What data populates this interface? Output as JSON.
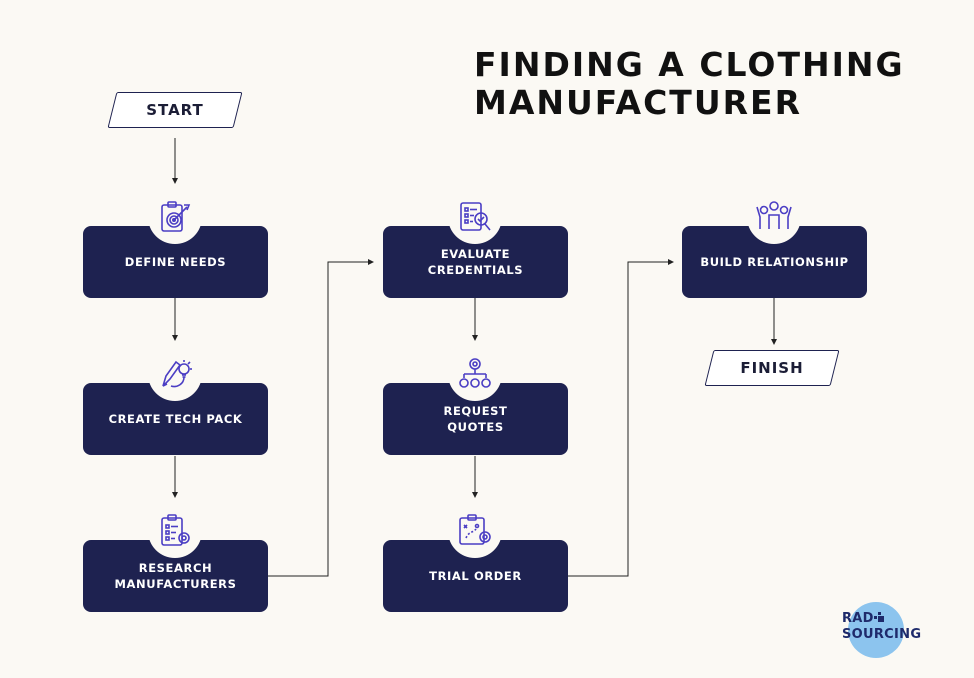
{
  "title": {
    "line1": "FINDING A CLOTHING",
    "line2": "MANUFACTURER"
  },
  "start_label": "START",
  "finish_label": "FINISH",
  "steps": [
    {
      "label_line1": "DEFINE NEEDS",
      "label_line2": "",
      "icon": "target-clipboard-icon"
    },
    {
      "label_line1": "CREATE TECH PACK",
      "label_line2": "",
      "icon": "pencil-lightbulb-icon"
    },
    {
      "label_line1": "RESEARCH",
      "label_line2": "MANUFACTURERS",
      "icon": "checklist-gear-icon"
    },
    {
      "label_line1": "EVALUATE",
      "label_line2": "CREDENTIALS",
      "icon": "checklist-magnifier-icon"
    },
    {
      "label_line1": "REQUEST",
      "label_line2": "QUOTES",
      "icon": "team-gear-icon"
    },
    {
      "label_line1": "TRIAL ORDER",
      "label_line2": "",
      "icon": "strategy-board-icon"
    },
    {
      "label_line1": "BUILD RELATIONSHIP",
      "label_line2": "",
      "icon": "people-cheering-icon"
    }
  ],
  "logo": {
    "line1": "RAD",
    "line2": "SOURCING",
    "color": "#1e2a6b",
    "disc_color": "#8cc4ee"
  },
  "colors": {
    "box": "#1e2250",
    "background": "#fbf9f4",
    "icon": "#4b3ec4"
  }
}
